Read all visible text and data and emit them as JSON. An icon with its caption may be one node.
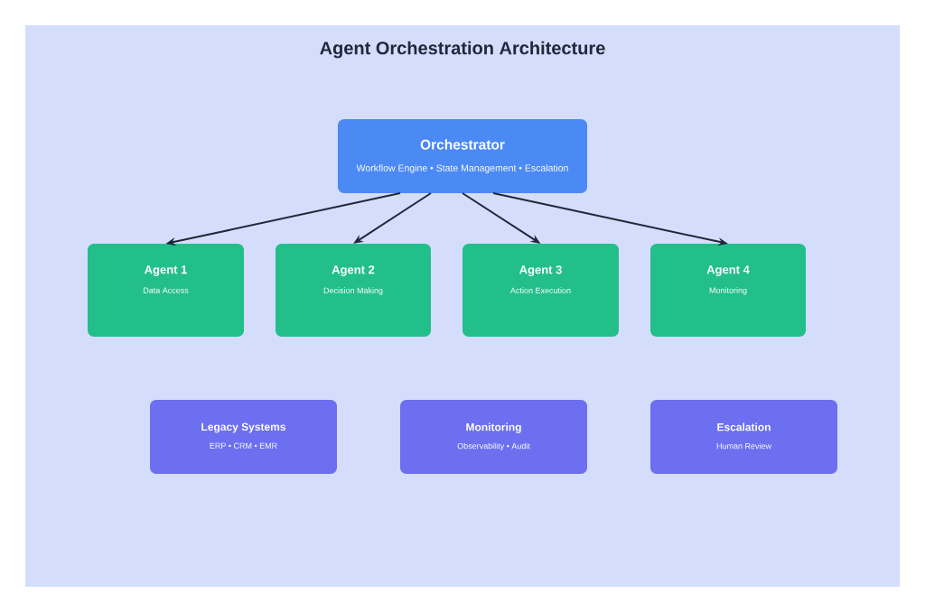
{
  "diagram": {
    "title": "Agent Orchestration Architecture",
    "nodes": [
      {
        "text": [
          "Orchestrator",
          "Workflow Engine • State Management • Escalation"
        ]
      },
      {
        "text": [
          "Agent 1",
          "Data Access"
        ]
      },
      {
        "text": [
          "Agent 2",
          "Decision Making"
        ]
      },
      {
        "text": [
          "Agent 3",
          "Action Execution"
        ]
      },
      {
        "text": [
          "Agent 4",
          "Monitoring"
        ]
      },
      {
        "text": [
          "Legacy Systems",
          "ERP • CRM • EMR"
        ]
      },
      {
        "text": [
          "Monitoring",
          "Observability • Audit"
        ]
      },
      {
        "text": [
          "Escalation",
          "Human Review"
        ]
      }
    ],
    "edges": [
      {
        "from": 0,
        "to": 1,
        "arrow": "to"
      },
      {
        "from": 0,
        "to": 2,
        "arrow": "to"
      },
      {
        "from": 0,
        "to": 3,
        "arrow": "to"
      },
      {
        "from": 0,
        "to": 4,
        "arrow": "to"
      }
    ]
  }
}
